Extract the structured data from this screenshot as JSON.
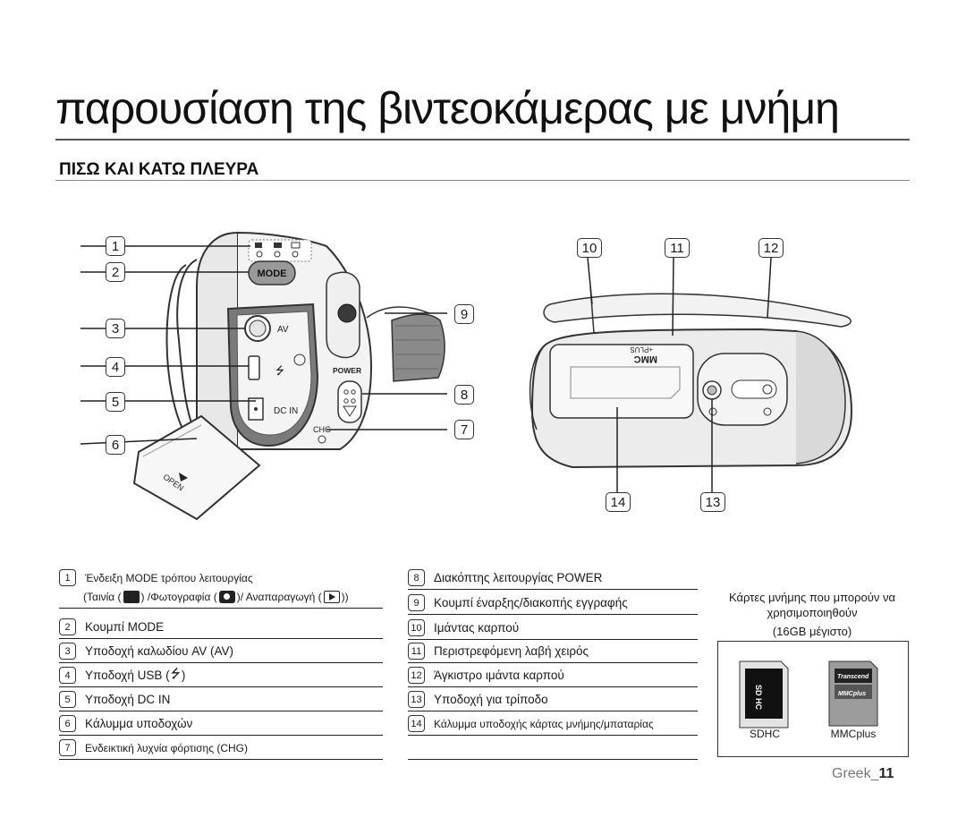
{
  "header": {
    "title": "παρουσίαση της βιντεοκάμερας με μνήμη",
    "subtitle": "ΠΙΣΩ ΚΑΙ ΚΑΤΩ ΠΛΕΥΡΑ"
  },
  "figure": {
    "callouts": [
      "1",
      "2",
      "3",
      "4",
      "5",
      "6",
      "7",
      "8",
      "9",
      "10",
      "11",
      "12",
      "13",
      "14"
    ],
    "labels": {
      "mode": "MODE",
      "av": "AV",
      "power": "POWER",
      "dc_in": "DC IN",
      "chg": "CHG",
      "open": "OPEN",
      "mmc": "MMC",
      "plus": "+PLUS"
    }
  },
  "legend_left": [
    {
      "num": "1",
      "text": "Ένδειξη MODE τρόπου λειτουργίας"
    },
    {
      "num": "",
      "text_a": "(Ταινία (",
      "text_b": ") /Φωτογραφία (",
      "text_c": ")/ Αναπαραγωγή (",
      "text_d": "))"
    },
    {
      "num": "2",
      "text": "Κουμπί MODE"
    },
    {
      "num": "3",
      "text": "Υποδοχή καλωδίου AV (AV)"
    },
    {
      "num": "4",
      "text": "Υποδοχή USB (",
      "text_end": ")"
    },
    {
      "num": "5",
      "text": "Υποδοχή DC IN"
    },
    {
      "num": "6",
      "text": "Κάλυμμα υποδοχών"
    },
    {
      "num": "7",
      "text": "Ενδεικτική λυχνία φόρτισης (CHG)"
    }
  ],
  "legend_right": [
    {
      "num": "8",
      "text": "Διακόπτης λειτουργίας POWER"
    },
    {
      "num": "9",
      "text": "Κουμπί έναρξης/διακοπής εγγραφής"
    },
    {
      "num": "10",
      "text": "Ιμάντας καρπού"
    },
    {
      "num": "11",
      "text": "Περιστρεφόμενη λαβή χειρός"
    },
    {
      "num": "12",
      "text": "Άγκιστρο ιμάντα καρπού"
    },
    {
      "num": "13",
      "text": "Υποδοχή για τρίποδο"
    },
    {
      "num": "14",
      "text": "Κάλυμμα υποδοχής κάρτας μνήμης/μπαταρίας"
    }
  ],
  "cards": {
    "caption_line1": "Κάρτες μνήμης που μπορούν να",
    "caption_line2": "χρησιμοποιηθούν",
    "capacity": "(16GB μέγιστο)",
    "sdhc_label": "SDHC",
    "mmc_label": "MMCplus",
    "sd_logo": "SD HC",
    "transcend": "Transcend",
    "mmc_logo": "MMCplus"
  },
  "footer": {
    "language": "Greek_",
    "page": "11"
  }
}
